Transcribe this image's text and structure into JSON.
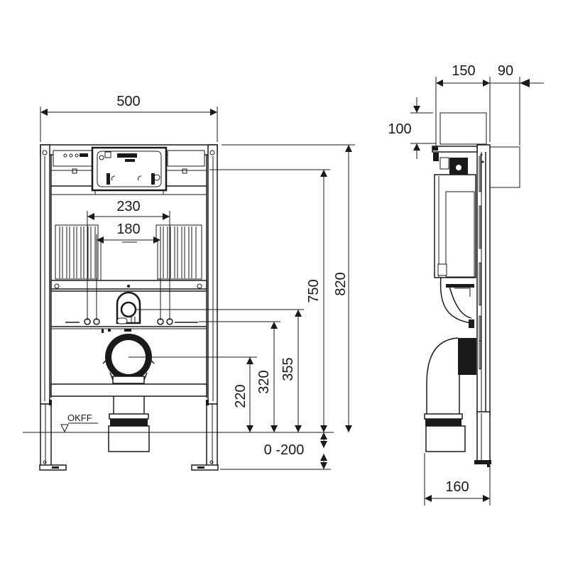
{
  "drawing": {
    "type": "technical-dimension-drawing",
    "subject": "Wall-hung WC installation frame",
    "views": [
      "front-view",
      "side-view"
    ]
  },
  "front_view": {
    "width_dim": "500",
    "flush_plate_spacing_outer": "230",
    "flush_plate_spacing_inner": "180",
    "height_total": "820",
    "height_actuator": "750",
    "height_supply": "355",
    "height_fixing": "320",
    "height_drain": "220",
    "floor_adjust": "0 -200",
    "floor_label": "OKFF"
  },
  "side_view": {
    "depth_frame": "150",
    "depth_box": "90",
    "box_height": "100",
    "drain_offset": "160"
  },
  "colors": {
    "line": "#1a1a1a",
    "background": "#ffffff"
  }
}
